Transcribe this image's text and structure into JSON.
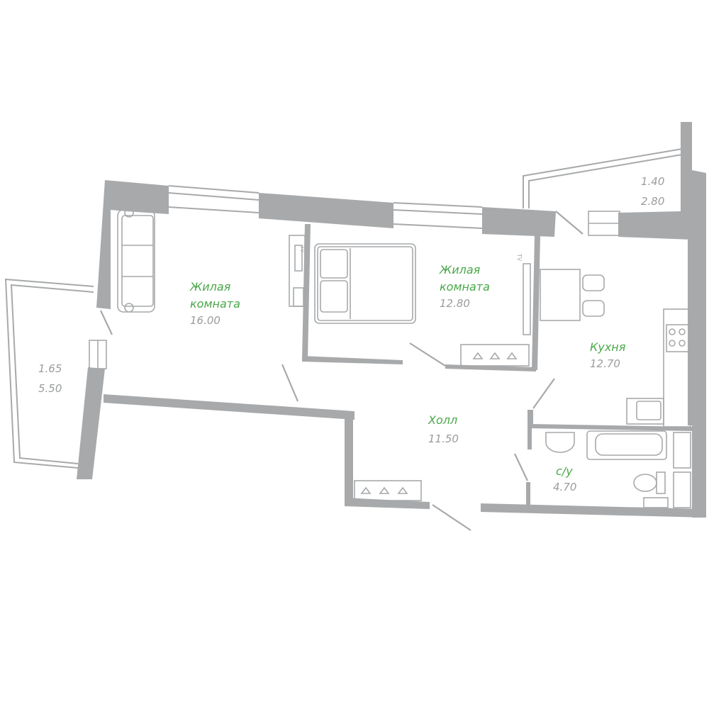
{
  "rooms": {
    "living1": {
      "name1": "Жилая",
      "name2": "комната",
      "area": "16.00"
    },
    "living2": {
      "name1": "Жилая",
      "name2": "комната",
      "area": "12.80"
    },
    "kitchen": {
      "name": "Кухня",
      "area": "12.70"
    },
    "hall": {
      "name": "Холл",
      "area": "11.50"
    },
    "bathroom": {
      "name": "с/у",
      "area": "4.70"
    }
  },
  "balconies": {
    "left": {
      "line1": "1.65",
      "line2": "5.50"
    },
    "right": {
      "line1": "1.40",
      "line2": "2.80"
    }
  },
  "tv_labels": {
    "room1": "TV",
    "room2": "TV"
  },
  "colors": {
    "wall": "#a7a9ab",
    "room_name": "#4aa84a",
    "area_text": "#9a9c9e"
  }
}
